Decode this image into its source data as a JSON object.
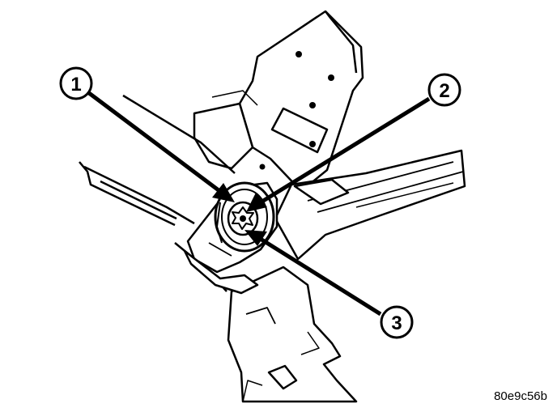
{
  "diagram": {
    "callouts": [
      {
        "number": "1"
      },
      {
        "number": "2"
      },
      {
        "number": "3"
      }
    ],
    "figure_code": "80e9c56b"
  }
}
